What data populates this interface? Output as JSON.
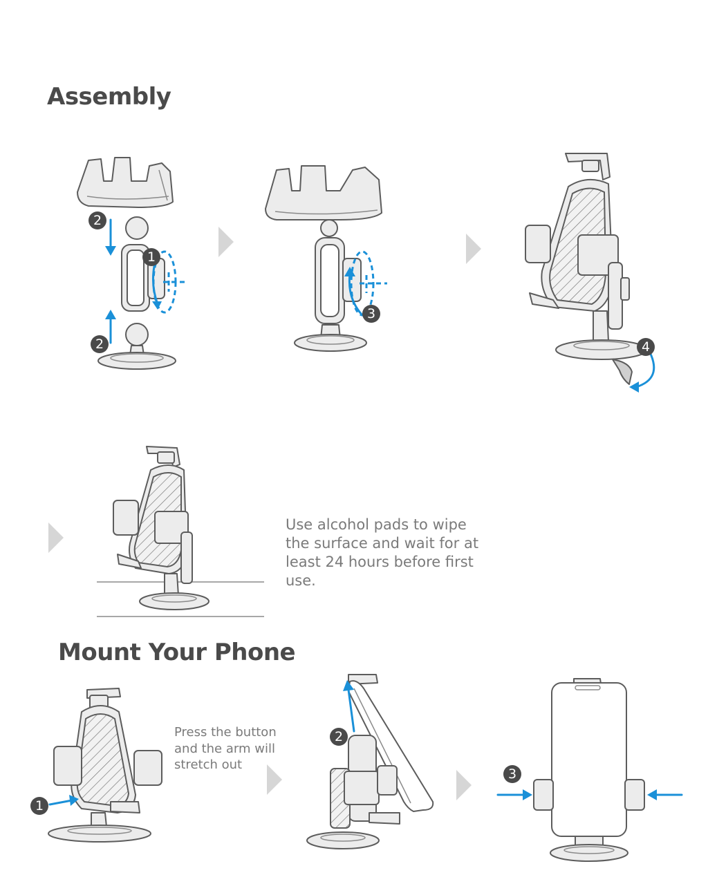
{
  "sections": {
    "assembly_title": "Assembly",
    "mount_title": "Mount Your Phone"
  },
  "notes": {
    "alcohol": "Use alcohol pads to wipe the surface and wait for at least 24 hours before first use.",
    "press_button": "Press the button and the arm will stretch out"
  },
  "steps": {
    "s1": "1",
    "s2": "2",
    "s3": "3",
    "s4": "4"
  },
  "icons": {
    "step_arrow": "chevron-right-icon",
    "direction_arrow": "blue-arrow-icon"
  },
  "colors": {
    "accent": "#1a90d8",
    "heading": "#4a4a4a",
    "text": "#7a7a7a",
    "chevron": "#d6d6d6"
  }
}
